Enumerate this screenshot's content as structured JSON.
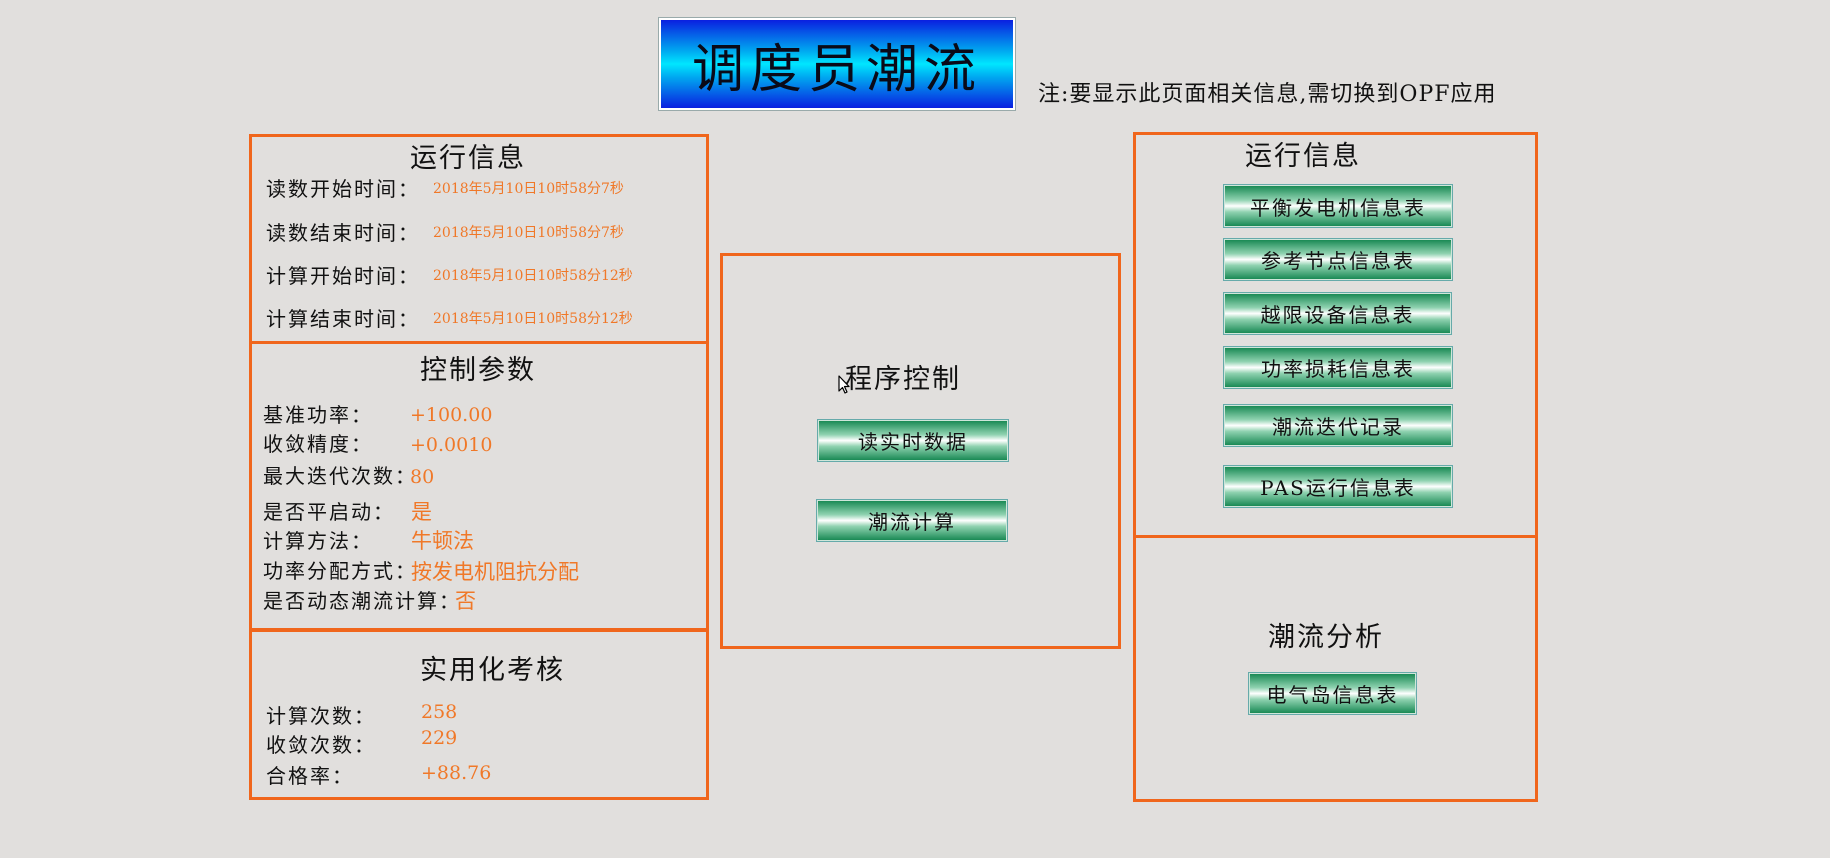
{
  "header": {
    "title": "调度员潮流",
    "note": "注:要显示此页面相关信息,需切换到OPF应用"
  },
  "run_info": {
    "title": "运行信息",
    "rows": [
      {
        "label": "读数开始时间：",
        "value": "2018年5月10日10时58分7秒"
      },
      {
        "label": "读数结束时间：",
        "value": "2018年5月10日10时58分7秒"
      },
      {
        "label": "计算开始时间：",
        "value": "2018年5月10日10时58分12秒"
      },
      {
        "label": "计算结束时间：",
        "value": "2018年5月10日10时58分12秒"
      }
    ]
  },
  "control_params": {
    "title": "控制参数",
    "rows": [
      {
        "label": "基准功率：",
        "value": "+100.00"
      },
      {
        "label": "收敛精度：",
        "value": "+0.0010"
      },
      {
        "label": "最大迭代次数：",
        "value": "80"
      },
      {
        "label": "是否平启动：",
        "value": "是"
      },
      {
        "label": "计算方法：",
        "value": "牛顿法"
      },
      {
        "label": "功率分配方式：",
        "value": "按发电机阻抗分配"
      },
      {
        "label": "是否动态潮流计算：",
        "value": "否"
      }
    ]
  },
  "assessment": {
    "title": "实用化考核",
    "rows": [
      {
        "label": "计算次数：",
        "value": "258"
      },
      {
        "label": "收敛次数：",
        "value": "229"
      },
      {
        "label": "合格率：",
        "value": "+88.76"
      }
    ]
  },
  "program_control": {
    "title": "程序控制",
    "buttons": [
      "读实时数据",
      "潮流计算"
    ]
  },
  "right_info": {
    "title": "运行信息",
    "buttons": [
      "平衡发电机信息表",
      "参考节点信息表",
      "越限设备信息表",
      "功率损耗信息表",
      "潮流迭代记录",
      "PAS运行信息表"
    ]
  },
  "flow_analysis": {
    "title": "潮流分析",
    "buttons": [
      "电气岛信息表"
    ]
  }
}
